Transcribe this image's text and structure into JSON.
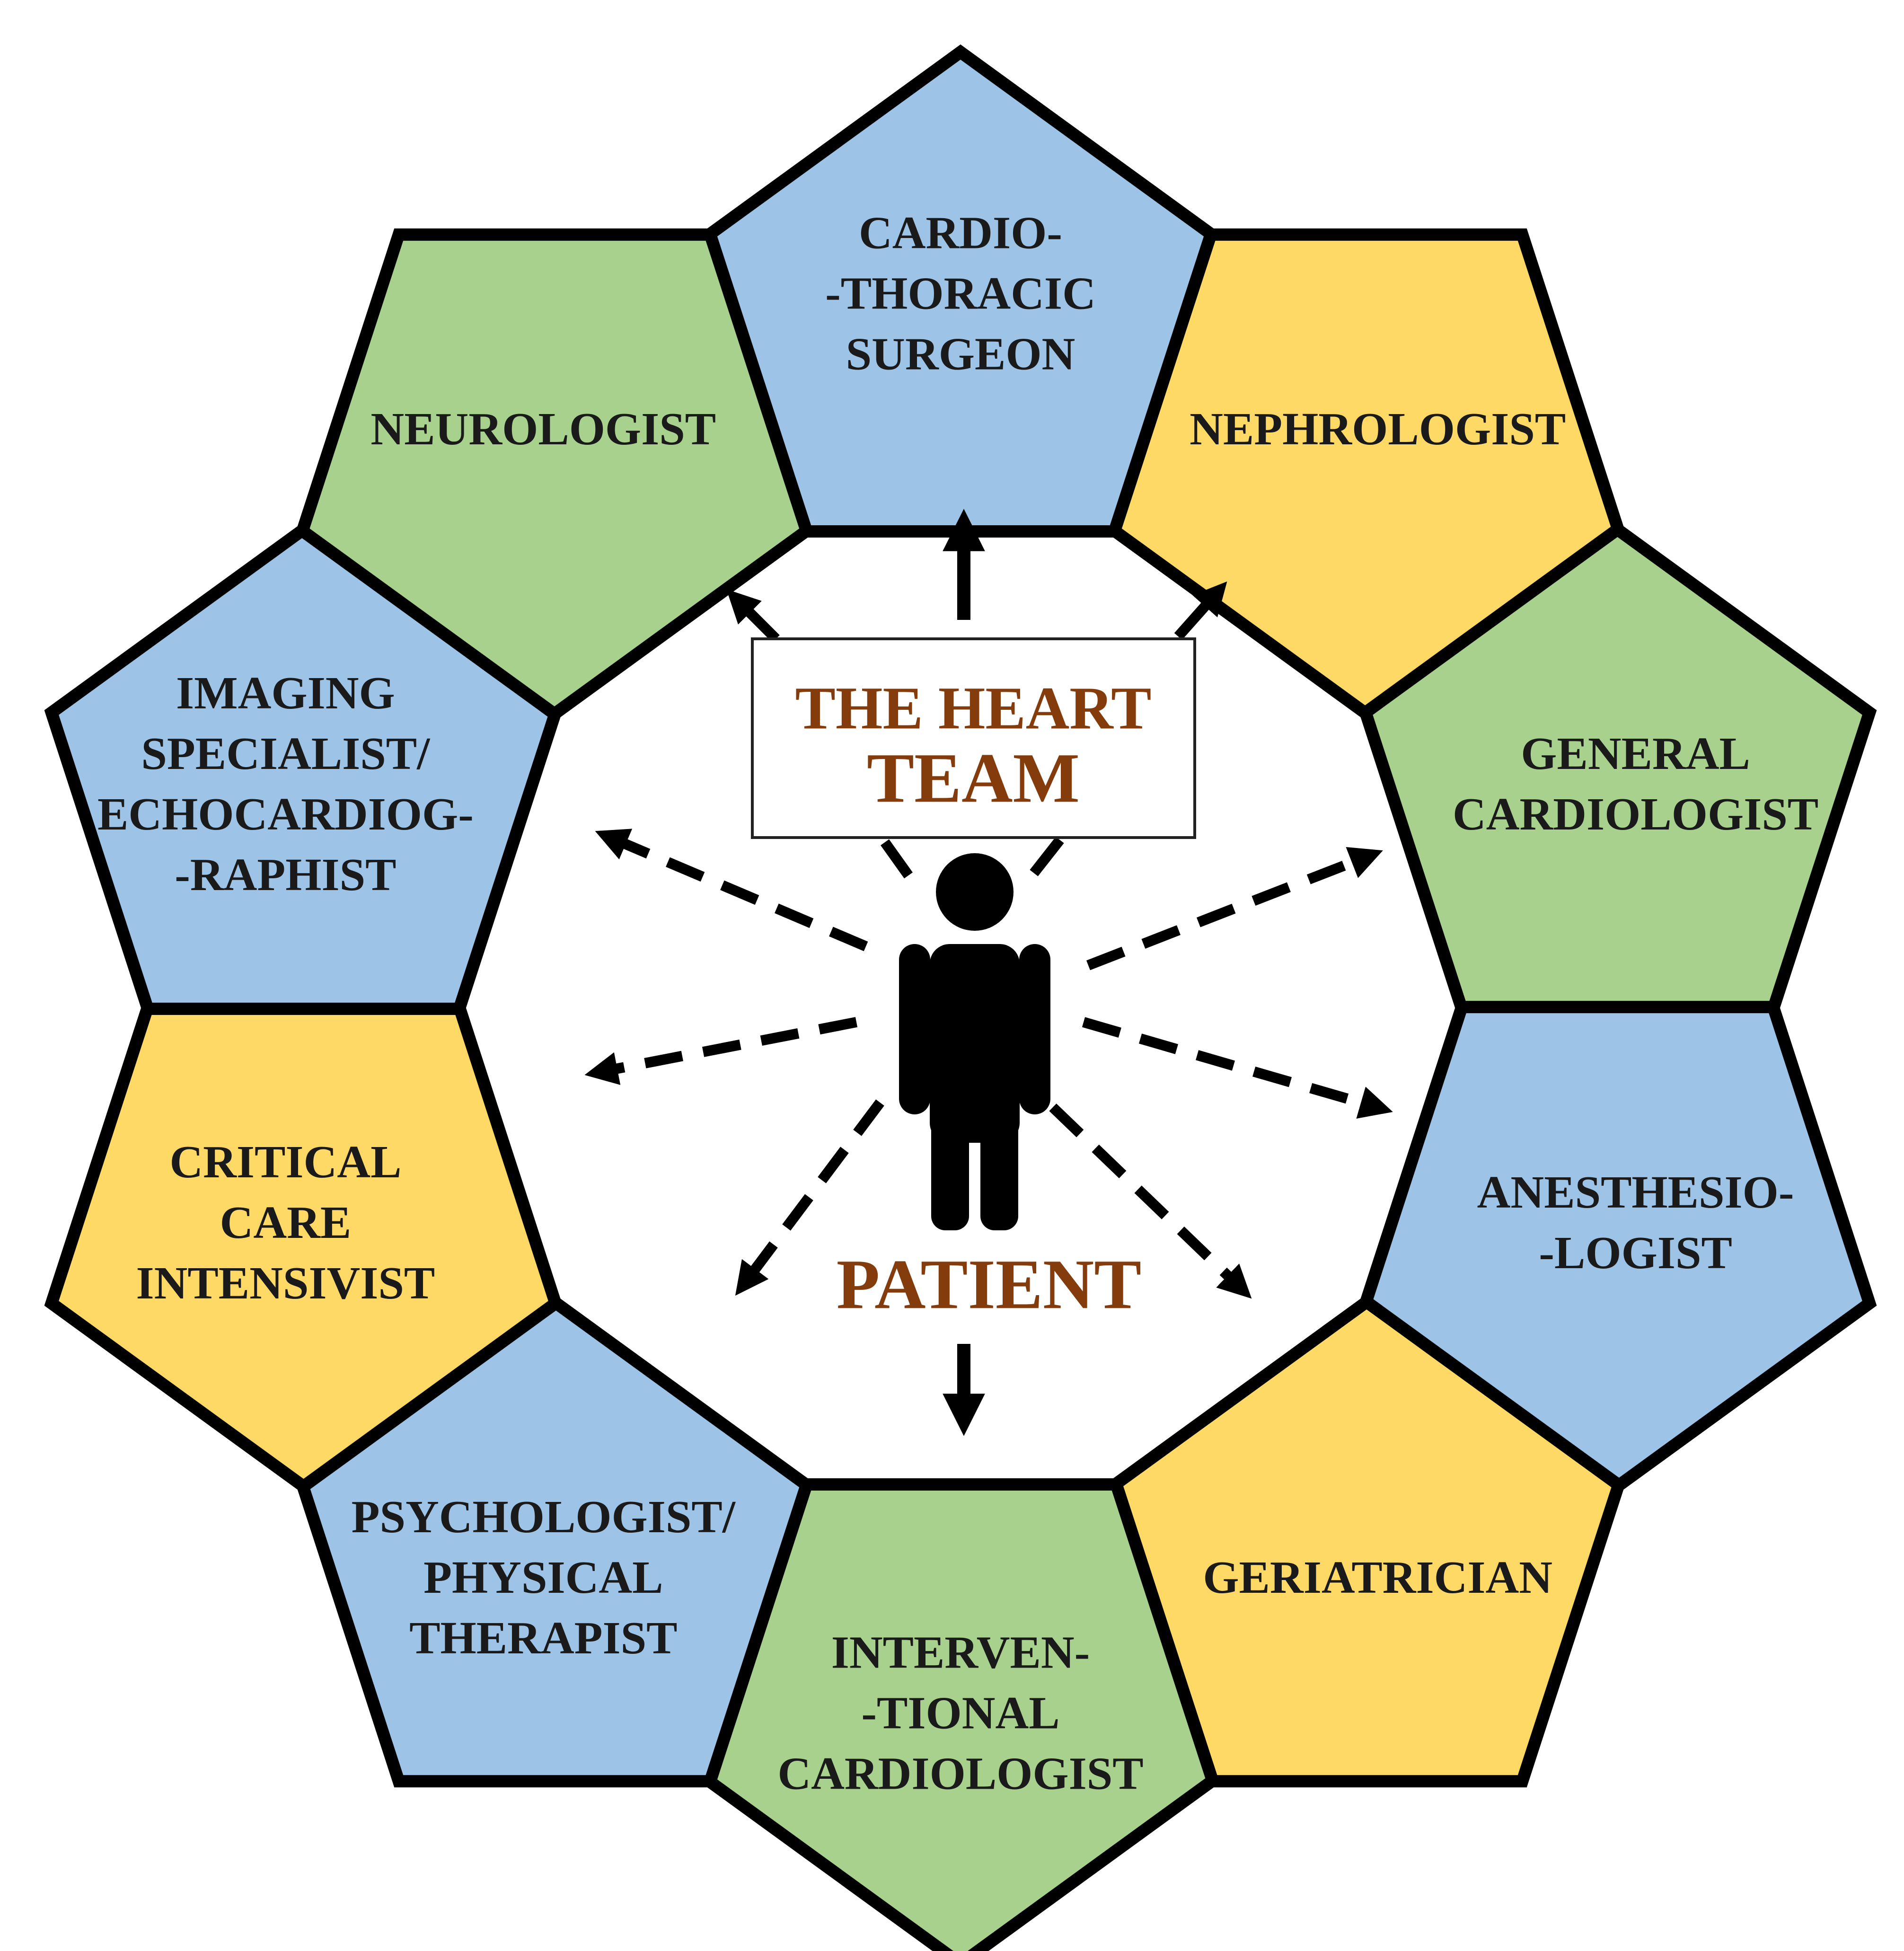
{
  "colors": {
    "blue": "#9dc3e6",
    "green": "#a9d18e",
    "yellow": "#ffd966",
    "outline": "#000000",
    "brown": "#843c0c",
    "label": "#1a1a1a"
  },
  "title": {
    "line1": "THE HEART",
    "line2": "TEAM"
  },
  "center_label": "PATIENT",
  "figure_icon": "person-icon",
  "specialists": [
    {
      "id": "cardiothoracic-surgeon",
      "lines": [
        "CARDIO-",
        "-THORACIC",
        "SURGEON"
      ],
      "color": "blue"
    },
    {
      "id": "nephrologist",
      "lines": [
        "NEPHROLOGIST"
      ],
      "color": "yellow"
    },
    {
      "id": "general-cardiologist",
      "lines": [
        "GENERAL",
        "CARDIOLOGIST"
      ],
      "color": "green"
    },
    {
      "id": "anesthesiologist",
      "lines": [
        "ANESTHESIO-",
        "-LOGIST"
      ],
      "color": "blue"
    },
    {
      "id": "geriatrician",
      "lines": [
        "GERIATRICIAN"
      ],
      "color": "yellow"
    },
    {
      "id": "interventional-cardiologist",
      "lines": [
        "INTERVEN-",
        "-TIONAL",
        "CARDIOLOGIST"
      ],
      "color": "green"
    },
    {
      "id": "psychologist-physical-therapist",
      "lines": [
        "PSYCHOLOGIST/",
        "PHYSICAL",
        "THERAPIST"
      ],
      "color": "blue"
    },
    {
      "id": "critical-care-intensivist",
      "lines": [
        "CRITICAL",
        "CARE",
        "INTENSIVIST"
      ],
      "color": "yellow"
    },
    {
      "id": "imaging-specialist",
      "lines": [
        "IMAGING",
        "SPECIALIST/",
        "ECHOCARDIOG-",
        "-RAPHIST"
      ],
      "color": "blue"
    },
    {
      "id": "neurologist",
      "lines": [
        "NEUROLOGIST"
      ],
      "color": "green"
    }
  ]
}
